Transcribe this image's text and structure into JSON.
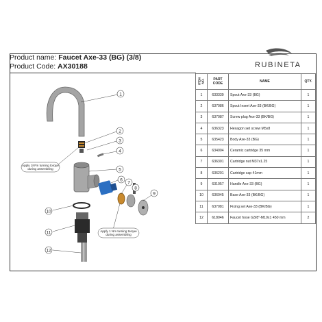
{
  "header": {
    "product_name_label": "Product name:",
    "product_name": "Faucet Axe-33 (BG) (3/8)",
    "product_code_label": "Product Code:",
    "product_code": "AX30188"
  },
  "brand": {
    "name": "RUBINETA",
    "color": "#555555"
  },
  "table": {
    "headers": {
      "item": "ITEM NO.",
      "code": "PART CODE",
      "name": "NAME",
      "qty": "QTY."
    },
    "rows": [
      {
        "item": "1",
        "code": "633339",
        "name": "Spout Axe-33 (BG)",
        "qty": "1"
      },
      {
        "item": "2",
        "code": "637086",
        "name": "Spout Insert Axe-33 (BK/BG)",
        "qty": "1"
      },
      {
        "item": "3",
        "code": "637087",
        "name": "Screw plug Axe-33 (BK/BG)",
        "qty": "1"
      },
      {
        "item": "4",
        "code": "636323",
        "name": "Hexagon set screw M5x8",
        "qty": "1"
      },
      {
        "item": "5",
        "code": "635423",
        "name": "Body Axe-33 (BG)",
        "qty": "1"
      },
      {
        "item": "6",
        "code": "634004",
        "name": "Ceramic cartridge 35 mm",
        "qty": "1"
      },
      {
        "item": "7",
        "code": "636301",
        "name": "Cartridge nut M37x1.25",
        "qty": "1"
      },
      {
        "item": "8",
        "code": "636201",
        "name": "Cartridge cap 41mm",
        "qty": "1"
      },
      {
        "item": "9",
        "code": "631057",
        "name": "Handle Axe-33 (BG)",
        "qty": "1"
      },
      {
        "item": "10",
        "code": "636045",
        "name": "Base Axe-33 (BK/BG)",
        "qty": "1"
      },
      {
        "item": "11",
        "code": "637081",
        "name": "Fixing set Axe-33 (BK/BG)",
        "qty": "1"
      },
      {
        "item": "12",
        "code": "618046",
        "name": "Faucet hose G3/8\"-M10x1 450 mm",
        "qty": "2"
      }
    ]
  },
  "drawing": {
    "note_top": [
      "Apply 1N*m turning torque",
      "during assembling"
    ],
    "note_bottom": [
      "Apply 1 Nm turning torque",
      "during assembling"
    ],
    "callouts": [
      "1",
      "2",
      "3",
      "4",
      "5",
      "6",
      "7",
      "8",
      "9",
      "10",
      "11",
      "12"
    ],
    "colors": {
      "metal": "#9a9a9a",
      "cartridge": "#2b6fc2",
      "brass": "#c98a2e",
      "dark": "#2a2a2a"
    }
  }
}
